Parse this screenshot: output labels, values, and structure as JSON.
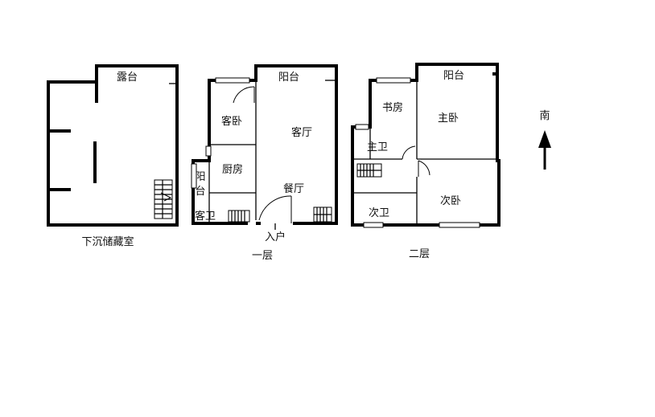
{
  "floors": {
    "basement": {
      "caption": "下沉储藏室",
      "rooms": [
        "露台"
      ]
    },
    "first": {
      "caption": "一层",
      "entrance": "入户",
      "rooms": [
        "阳台",
        "客卧",
        "客厅",
        "厨房",
        "阳",
        "台",
        "餐厅",
        "客卫"
      ]
    },
    "second": {
      "caption": "二层",
      "rooms": [
        "阳台",
        "书房",
        "主卧",
        "主卫",
        "次卧",
        "次卫"
      ]
    }
  },
  "compass": {
    "label": "南"
  },
  "colors": {
    "line": "#000000",
    "background": "#ffffff"
  }
}
